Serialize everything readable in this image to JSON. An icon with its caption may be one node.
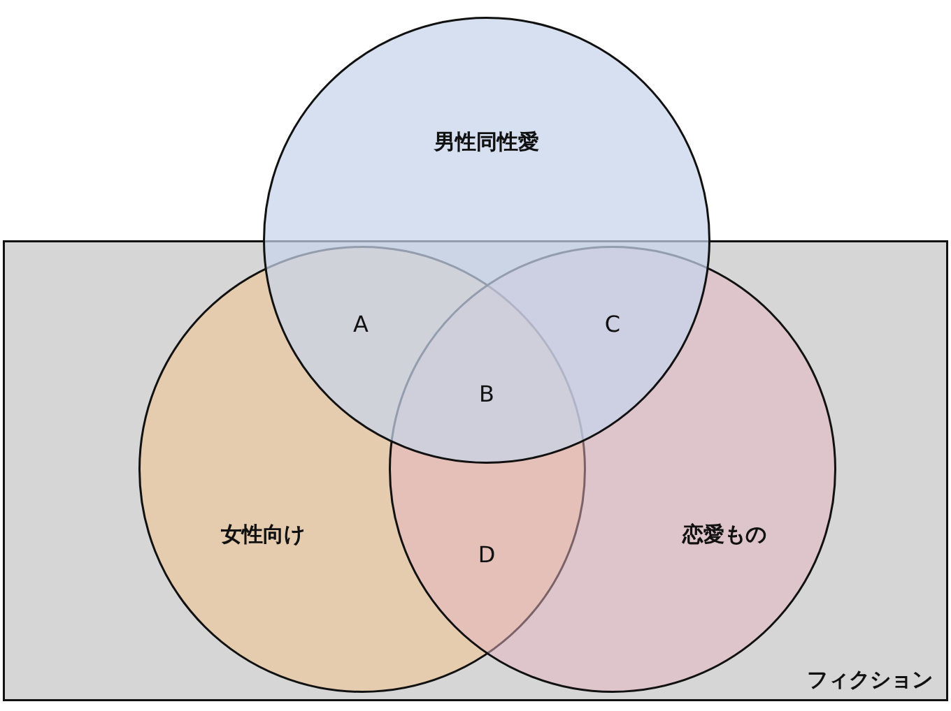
{
  "diagram": {
    "nodes": [
      {
        "text": [
          "フィクション"
        ]
      },
      {
        "text": [
          "男性同性愛"
        ]
      },
      {
        "text": [
          "女性向け"
        ],
        "in": 0
      },
      {
        "text": [
          "恋愛もの"
        ],
        "in": 0
      }
    ],
    "edges": [],
    "labels": [
      "A",
      "C",
      "B",
      "D"
    ]
  }
}
